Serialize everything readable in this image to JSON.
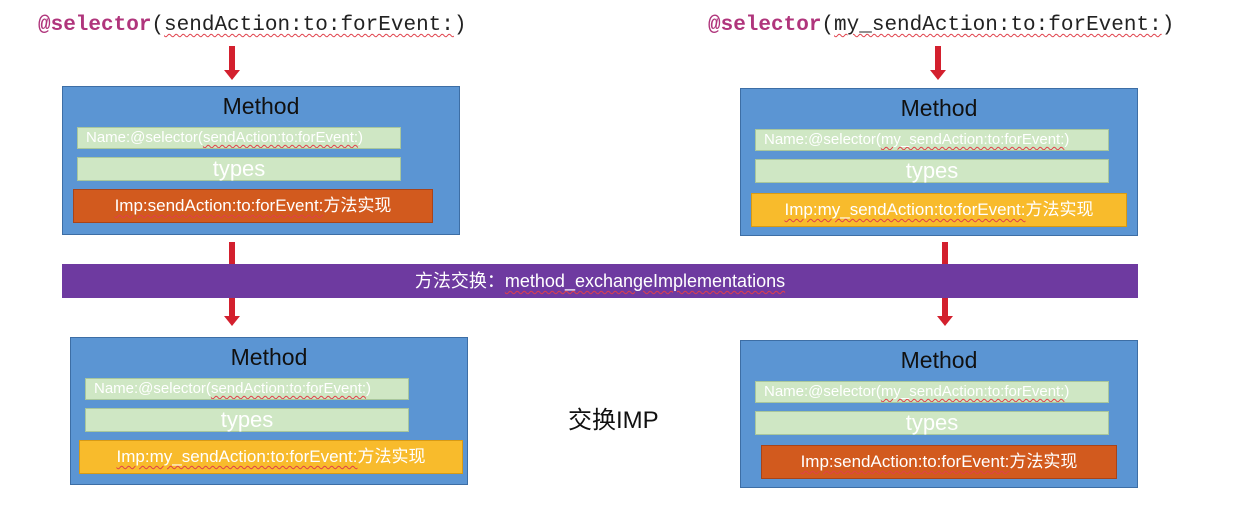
{
  "selectors": {
    "left": {
      "keyword": "@selector",
      "open": "(",
      "name": "sendAction:to:forEvent:",
      "close": ")"
    },
    "right": {
      "keyword": "@selector",
      "open": "(",
      "name": "my_sendAction:to:forEvent:",
      "close": ")"
    }
  },
  "boxes": {
    "top_left": {
      "title": "Method",
      "name_prefix": "Name:@selector(",
      "name_sel": "sendAction:to:forEvent:",
      "name_suffix": ")",
      "types": "types",
      "imp_sel": "Imp:sendAction:to:forEvent:",
      "imp_suffix": "方法实现"
    },
    "top_right": {
      "title": "Method",
      "name_prefix": "Name:@selector(",
      "name_sel": "my_sendAction:to:forEvent:",
      "name_suffix": ")",
      "types": "types",
      "imp_sel": "Imp:my_sendAction:to:forEvent:",
      "imp_suffix": "方法实现"
    },
    "bottom_left": {
      "title": "Method",
      "name_prefix": "Name:@selector(",
      "name_sel": "sendAction:to:forEvent:",
      "name_suffix": ")",
      "types": "types",
      "imp_sel": "Imp:my_sendAction:to:forEvent:",
      "imp_suffix": "方法实现"
    },
    "bottom_right": {
      "title": "Method",
      "name_prefix": "Name:@selector(",
      "name_sel": "my_sendAction:to:forEvent:",
      "name_suffix": ")",
      "types": "types",
      "imp_sel": "Imp:sendAction:to:forEvent:",
      "imp_suffix": "方法实现"
    }
  },
  "banner": {
    "prefix": "方法交换：",
    "function": "method_exchangeImplementations"
  },
  "swap_label": "交换IMP",
  "colors": {
    "box_fill": "#5b95d3",
    "bar_fill": "#cfe7c4",
    "imp_orange": "#d25a1e",
    "imp_yellow": "#f8bb2c",
    "banner": "#6e3aa0",
    "arrow": "#d3202e",
    "keyword": "#b0357c"
  }
}
